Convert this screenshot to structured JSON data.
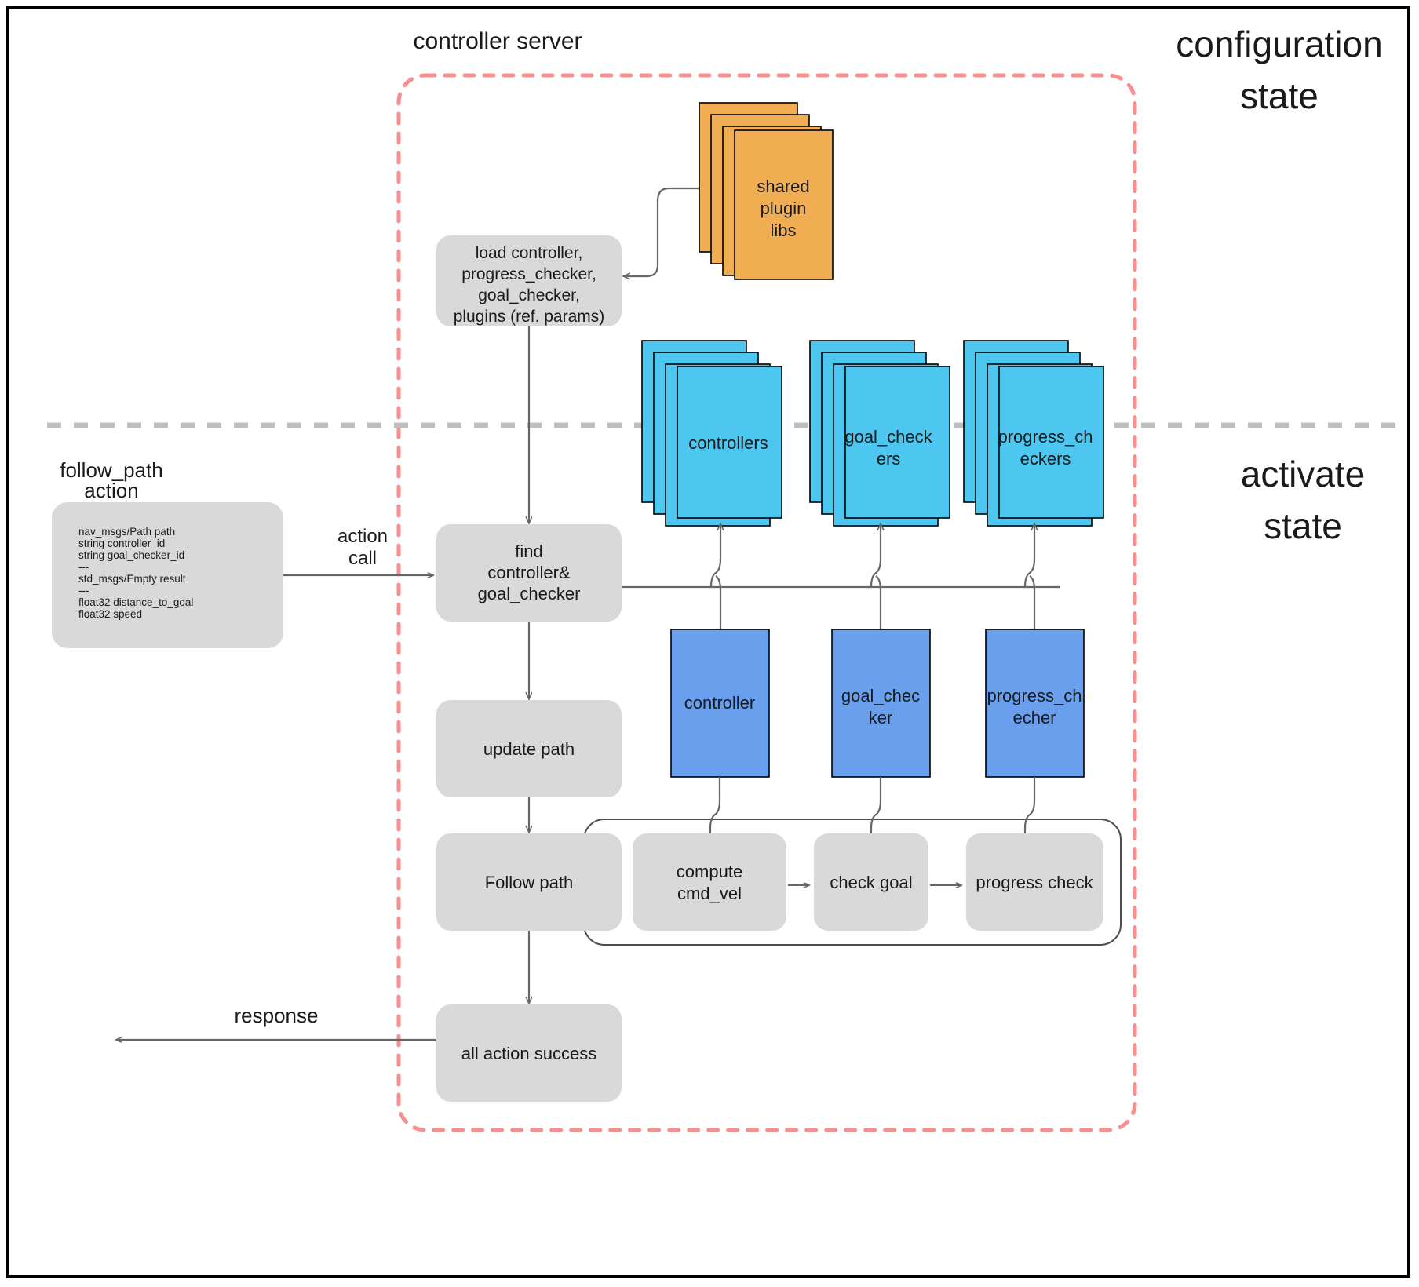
{
  "diagram": {
    "title": "controller server nav2 lifecycle diagram",
    "colors": {
      "gray_box_fill": "#d9d9d9",
      "gray_box_stroke": "#d9d9d9",
      "cyan_fill": "#4dc7f0",
      "blue_fill": "#6a9fee",
      "orange_fill": "#f0ad52",
      "card_stroke": "#000000",
      "red_dashed": "#f98e8e",
      "gray_dashed": "#bfbfbf",
      "arrow": "#666666",
      "text": "#1a1a1a"
    },
    "labels": {
      "controller_server": "controller server",
      "configuration_state_line1": "configuration",
      "configuration_state_line2": "state",
      "activate_state_line1": "activate",
      "activate_state_line2": "state",
      "follow_path_line1": "follow_path",
      "follow_path_line2": "action",
      "action_call_line1": "action",
      "action_call_line2": "call",
      "response": "response"
    },
    "action_spec": [
      "nav_msgs/Path path",
      "string controller_id",
      "string goal_checker_id",
      "---",
      "std_msgs/Empty result",
      "---",
      "float32 distance_to_goal",
      "float32 speed"
    ],
    "load_box": [
      "load controller,",
      "progress_checker,",
      "goal_checker,",
      "plugins (ref. params)"
    ],
    "plugin_stack": {
      "line1": "shared",
      "line2": "plugin",
      "line3": "libs",
      "count": 4
    },
    "plugin_lists": [
      {
        "name": "controllers-stack",
        "line1": "controllers",
        "line2": "",
        "count": 4
      },
      {
        "name": "goal-checkers-stack",
        "line1": "goal_check",
        "line2": "ers",
        "count": 4
      },
      {
        "name": "progress-checkers-stack",
        "line1": "progress_ch",
        "line2": "eckers",
        "count": 4
      }
    ],
    "plugin_instances": [
      {
        "name": "controller-instance",
        "line1": "controller",
        "line2": ""
      },
      {
        "name": "goal-checker-instance",
        "line1": "goal_chec",
        "line2": "ker"
      },
      {
        "name": "progress-checker-instance",
        "line1": "progress_ch",
        "line2": "echer"
      }
    ],
    "flow_boxes": {
      "find": [
        "find",
        "controller&",
        "goal_checker"
      ],
      "update_path": [
        "update path"
      ],
      "follow_path": [
        "Follow path"
      ],
      "all_action_success": [
        "all action success"
      ]
    },
    "loop_boxes": [
      {
        "name": "compute-cmd-vel-box",
        "line1": "compute",
        "line2": "cmd_vel"
      },
      {
        "name": "check-goal-box",
        "line1": "check goal",
        "line2": ""
      },
      {
        "name": "progress-check-box",
        "line1": "progress check",
        "line2": ""
      }
    ]
  }
}
